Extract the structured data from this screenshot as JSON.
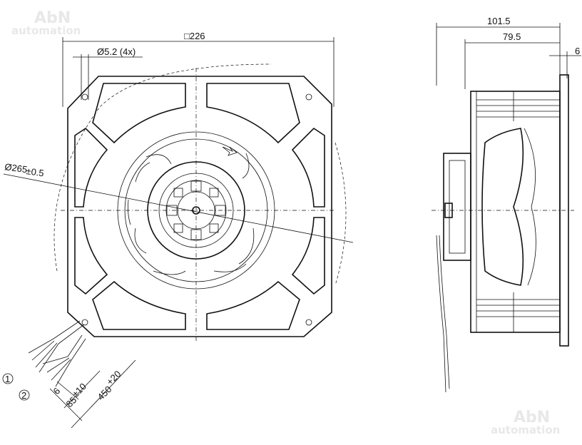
{
  "watermark": {
    "brand": "AbN",
    "sub": "automation"
  },
  "front_view": {
    "frame_size": "□226",
    "hole_dia": "Ø5.2 (4x)",
    "impeller_dia": "Ø265",
    "impeller_tol": "±0.5",
    "lead_markers": [
      "1",
      "2"
    ],
    "strip_len": "6",
    "sleeve_len": "85",
    "sleeve_tol": "±10",
    "lead_len": "450",
    "lead_tol": "+20"
  },
  "side_view": {
    "total_depth": "101.5",
    "housing_depth": "79.5",
    "flange_thk": "6"
  }
}
